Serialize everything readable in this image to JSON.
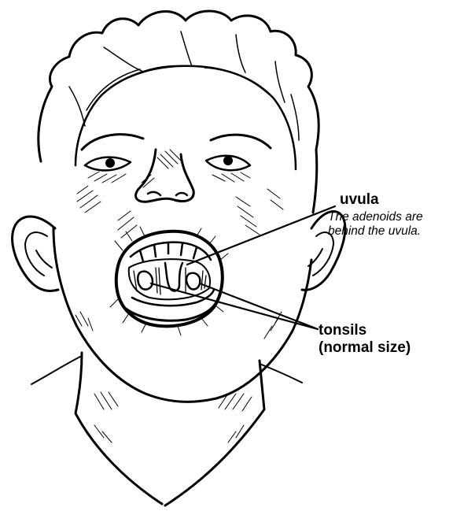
{
  "labels": {
    "uvula": "uvula",
    "adenoids_note_line1": "The adenoids are",
    "adenoids_note_line2": "behind the uvula.",
    "tonsils_line1": "tonsils",
    "tonsils_line2": "(normal size)"
  },
  "colors": {
    "ink": "#000000",
    "background": "#ffffff"
  }
}
